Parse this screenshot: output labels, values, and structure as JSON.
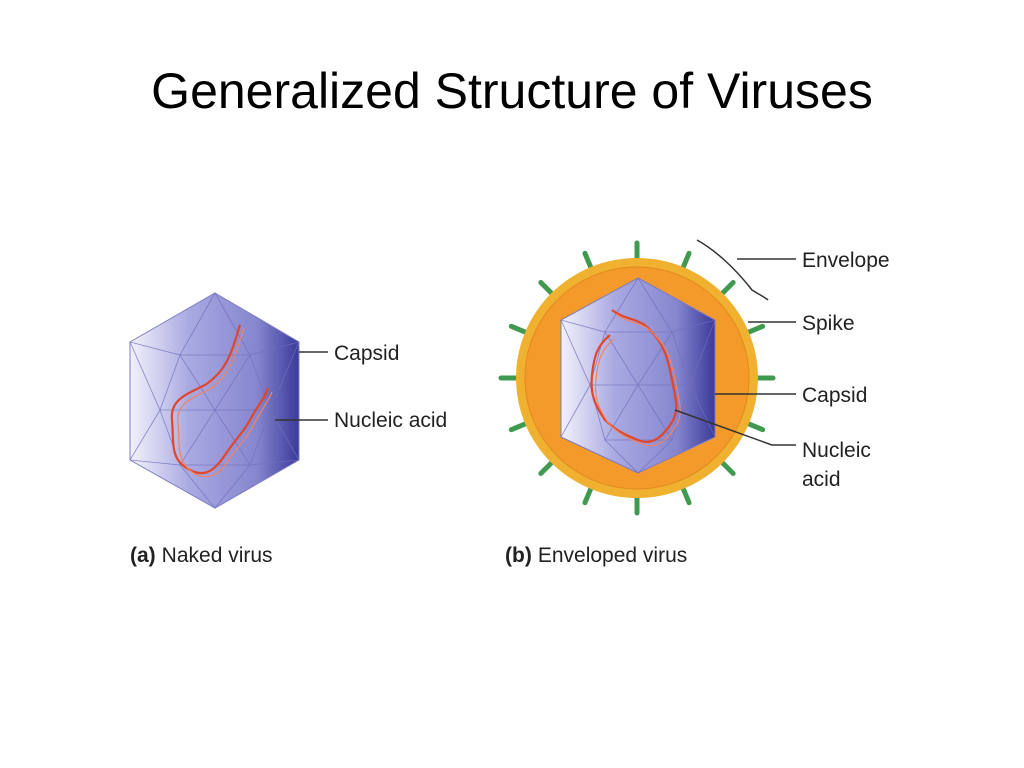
{
  "slide": {
    "title": "Generalized Structure of Viruses"
  },
  "naked_virus": {
    "caption_letter": "(a)",
    "caption_text": "Naked virus",
    "labels": {
      "capsid": "Capsid",
      "nucleic_acid": "Nucleic acid"
    }
  },
  "enveloped_virus": {
    "caption_letter": "(b)",
    "caption_text": "Enveloped virus",
    "labels": {
      "envelope": "Envelope",
      "spike": "Spike",
      "capsid": "Capsid",
      "nucleic_acid_line1": "Nucleic",
      "nucleic_acid_line2": "acid"
    }
  },
  "colors": {
    "capsid": "#8f8fd6",
    "capsid_dark": "#3c3c9c",
    "envelope": "#f39a2a",
    "spike": "#3f9a4f",
    "dna": "#e2462a"
  }
}
